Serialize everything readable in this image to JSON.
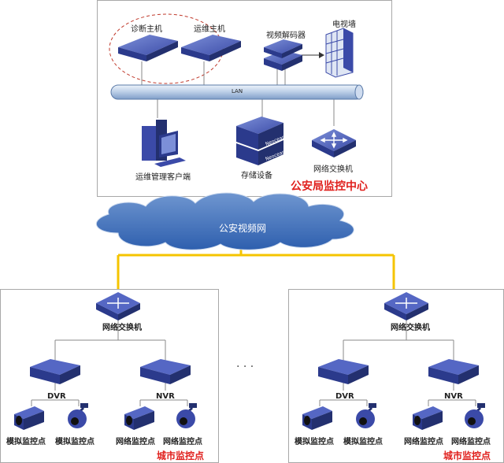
{
  "center": {
    "diagnostic_host": "诊断主机",
    "ops_host": "运维主机",
    "video_decoder": "视频解码器",
    "video_wall": "电视墙",
    "lan": "LAN",
    "ops_client": "运维管理客户端",
    "storage": "存储设备",
    "switch": "网络交换机",
    "title": "公安局监控中心",
    "storage_brand": "Neocean"
  },
  "network": {
    "label": "公安视频网"
  },
  "city_sites": [
    {
      "switch": "网络交换机",
      "dvr": "DVR",
      "nvr": "NVR",
      "points": [
        "模拟监控点",
        "模拟监控点",
        "网络监控点",
        "网络监控点"
      ],
      "title": "城市监控点"
    },
    {
      "switch": "网络交换机",
      "dvr": "DVR",
      "nvr": "NVR",
      "points": [
        "模拟监控点",
        "模拟监控点",
        "网络监控点",
        "网络监控点"
      ],
      "title": "城市监控点"
    }
  ],
  "ellipsis": "· · ·",
  "colors": {
    "line_yellow": "#f5c400",
    "device_blue": "#3b4aa8",
    "title_red": "#e0201d"
  }
}
